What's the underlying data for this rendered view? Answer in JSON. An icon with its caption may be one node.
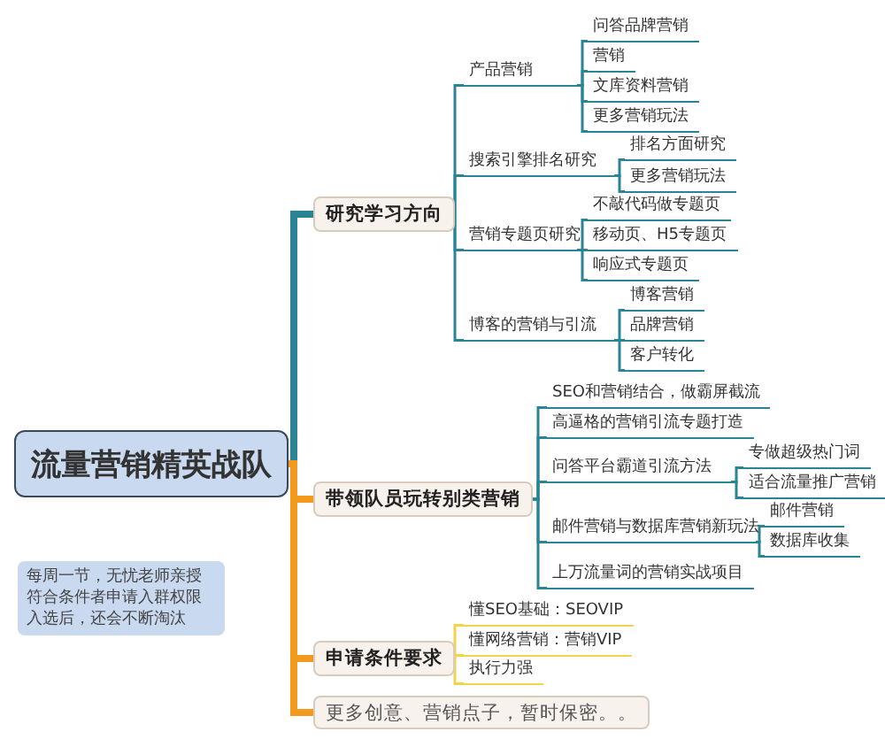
{
  "diagram": {
    "nodes": [
      {
        "text": [
          "流量营销精英战队"
        ]
      },
      {
        "text": [
          "研究学习方向"
        ]
      },
      {
        "text": [
          "产品营销"
        ]
      },
      {
        "text": [
          "问答品牌营销"
        ]
      },
      {
        "text": [
          "营销"
        ]
      },
      {
        "text": [
          "文库资料营销"
        ]
      },
      {
        "text": [
          "更多营销玩法"
        ]
      },
      {
        "text": [
          "搜索引擎排名研究"
        ]
      },
      {
        "text": [
          "排名方面研究"
        ]
      },
      {
        "text": [
          "更多营销玩法"
        ]
      },
      {
        "text": [
          "营销专题页研究"
        ]
      },
      {
        "text": [
          "不敲代码做专题页"
        ]
      },
      {
        "text": [
          "移动页、H5专题页"
        ]
      },
      {
        "text": [
          "响应式专题页"
        ]
      },
      {
        "text": [
          "博客的营销与引流"
        ]
      },
      {
        "text": [
          "博客营销"
        ]
      },
      {
        "text": [
          "品牌营销"
        ]
      },
      {
        "text": [
          "客户转化"
        ]
      },
      {
        "text": [
          "带领队员玩转别类营销"
        ]
      },
      {
        "text": [
          "SEO和营销结合，做霸屏截流"
        ]
      },
      {
        "text": [
          "高逼格的营销引流专题打造"
        ]
      },
      {
        "text": [
          "问答平台霸道引流方法"
        ]
      },
      {
        "text": [
          "专做超级热门词"
        ]
      },
      {
        "text": [
          "适合流量推广营销"
        ]
      },
      {
        "text": [
          "邮件营销与数据库营销新玩法"
        ]
      },
      {
        "text": [
          "邮件营销"
        ]
      },
      {
        "text": [
          "数据库收集"
        ]
      },
      {
        "text": [
          "上万流量词的营销实战项目"
        ]
      },
      {
        "text": [
          "申请条件要求"
        ]
      },
      {
        "text": [
          "懂SEO基础：SEOVIP"
        ]
      },
      {
        "text": [
          "懂网络营销：营销VIP"
        ]
      },
      {
        "text": [
          "执行力强"
        ]
      },
      {
        "text": [
          "更多创意、营销点子，暂时保密。。"
        ]
      }
    ],
    "edges": [
      {
        "from": 0,
        "to": 1,
        "arrow": "none",
        "style": "thick"
      },
      {
        "from": 0,
        "to": 18,
        "arrow": "none",
        "style": "thick",
        "color": "#f39a1e"
      },
      {
        "from": 0,
        "to": 28,
        "arrow": "none",
        "style": "thick",
        "color": "#f39a1e"
      },
      {
        "from": 0,
        "to": 32,
        "arrow": "none",
        "style": "thick",
        "color": "#f39a1e"
      },
      {
        "from": 1,
        "to": 2,
        "arrow": "none"
      },
      {
        "from": 1,
        "to": 7,
        "arrow": "none"
      },
      {
        "from": 1,
        "to": 10,
        "arrow": "none"
      },
      {
        "from": 1,
        "to": 14,
        "arrow": "none"
      },
      {
        "from": 2,
        "to": 3,
        "arrow": "none"
      },
      {
        "from": 2,
        "to": 4,
        "arrow": "none"
      },
      {
        "from": 2,
        "to": 5,
        "arrow": "none"
      },
      {
        "from": 2,
        "to": 6,
        "arrow": "none"
      },
      {
        "from": 7,
        "to": 8,
        "arrow": "none"
      },
      {
        "from": 7,
        "to": 9,
        "arrow": "none"
      },
      {
        "from": 10,
        "to": 11,
        "arrow": "none"
      },
      {
        "from": 10,
        "to": 12,
        "arrow": "none"
      },
      {
        "from": 10,
        "to": 13,
        "arrow": "none"
      },
      {
        "from": 14,
        "to": 15,
        "arrow": "none"
      },
      {
        "from": 14,
        "to": 16,
        "arrow": "none"
      },
      {
        "from": 14,
        "to": 17,
        "arrow": "none"
      },
      {
        "from": 18,
        "to": 19,
        "arrow": "none"
      },
      {
        "from": 18,
        "to": 20,
        "arrow": "none"
      },
      {
        "from": 18,
        "to": 21,
        "arrow": "none"
      },
      {
        "from": 18,
        "to": 24,
        "arrow": "none"
      },
      {
        "from": 18,
        "to": 27,
        "arrow": "none"
      },
      {
        "from": 21,
        "to": 22,
        "arrow": "none"
      },
      {
        "from": 21,
        "to": 23,
        "arrow": "none"
      },
      {
        "from": 24,
        "to": 25,
        "arrow": "none"
      },
      {
        "from": 24,
        "to": 26,
        "arrow": "none"
      },
      {
        "from": 28,
        "to": 29,
        "arrow": "none",
        "color": "#f2d44a"
      },
      {
        "from": 28,
        "to": 30,
        "arrow": "none",
        "color": "#f2d44a"
      },
      {
        "from": 28,
        "to": 31,
        "arrow": "none",
        "color": "#f2d44a"
      }
    ],
    "labels": [
      "每周一节，无忧老师亲授符合条件者申请入群权限入选后，还会不断淘汰"
    ]
  }
}
